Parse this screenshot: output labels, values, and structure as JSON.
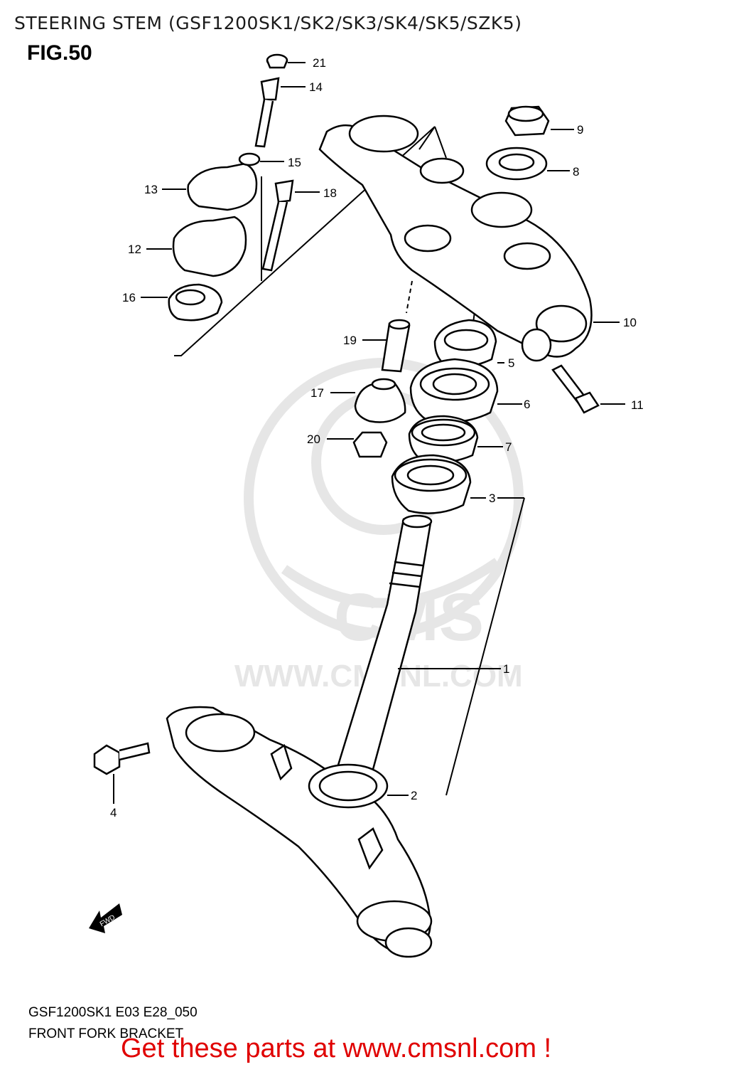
{
  "header": {
    "title": "STEERING STEM (GSF1200SK1/SK2/SK3/SK4/SK5/SZK5)",
    "figure": "FIG.50"
  },
  "watermark": {
    "logo_text": "CMS",
    "url_text": "WWW.CMSNL.COM"
  },
  "callouts": {
    "c1": "1",
    "c2": "2",
    "c3": "3",
    "c4": "4",
    "c5": "5",
    "c6": "6",
    "c7": "7",
    "c8": "8",
    "c9": "9",
    "c10": "10",
    "c11": "11",
    "c12": "12",
    "c13": "13",
    "c14": "14",
    "c15": "15",
    "c16": "16",
    "c17": "17",
    "c18": "18",
    "c19": "19",
    "c20": "20",
    "c21": "21"
  },
  "direction_arrow": "FWD",
  "footer": {
    "code": "GSF1200SK1 E03 E28_050",
    "section": "FRONT FORK BRACKET",
    "promo": "Get these parts at www.cmsnl.com !"
  },
  "colors": {
    "line": "#000000",
    "watermark": "#e6e6e6",
    "promo": "#e00000"
  }
}
